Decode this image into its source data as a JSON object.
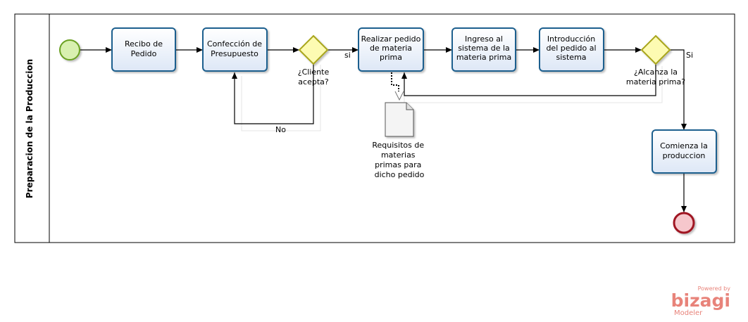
{
  "pool": {
    "lane_title": "Preparacion de la Produccion"
  },
  "tasks": {
    "recibo": [
      "Recibo de",
      "Pedido"
    ],
    "confeccion": [
      "Confección de",
      "Presupuesto"
    ],
    "realizar": [
      "Realizar pedido",
      "de materia",
      "prima"
    ],
    "ingreso": [
      "Ingreso al",
      "sistema de la",
      "materia prima"
    ],
    "introduccion": [
      "Introducción",
      "del pedido  al",
      "sistema"
    ],
    "comienza": [
      "Comienza la",
      "produccion"
    ]
  },
  "gateways": {
    "cliente": [
      "¿Cliente",
      "acepta?"
    ],
    "alcanza": [
      "¿Alcanza la",
      "materia prima?"
    ]
  },
  "flows": {
    "si1": "si",
    "no": "No",
    "si2": "Si"
  },
  "artifact": {
    "document": [
      "Requisitos de",
      "materias",
      "primas para",
      "dicho pedido"
    ]
  },
  "brand": {
    "powered": "Powered by",
    "name": "bizagi",
    "product": "Modeler"
  },
  "colors": {
    "task_fill": "#eef3fb",
    "task_stroke": "#1f5f8e",
    "start_fill": "#d8f0b0",
    "start_stroke": "#6aa121",
    "end_fill": "#f6c7cc",
    "end_stroke": "#a01322",
    "gateway_fill": "#fdfbb2",
    "gateway_stroke": "#a9a61f",
    "brand": "#e8837a"
  }
}
